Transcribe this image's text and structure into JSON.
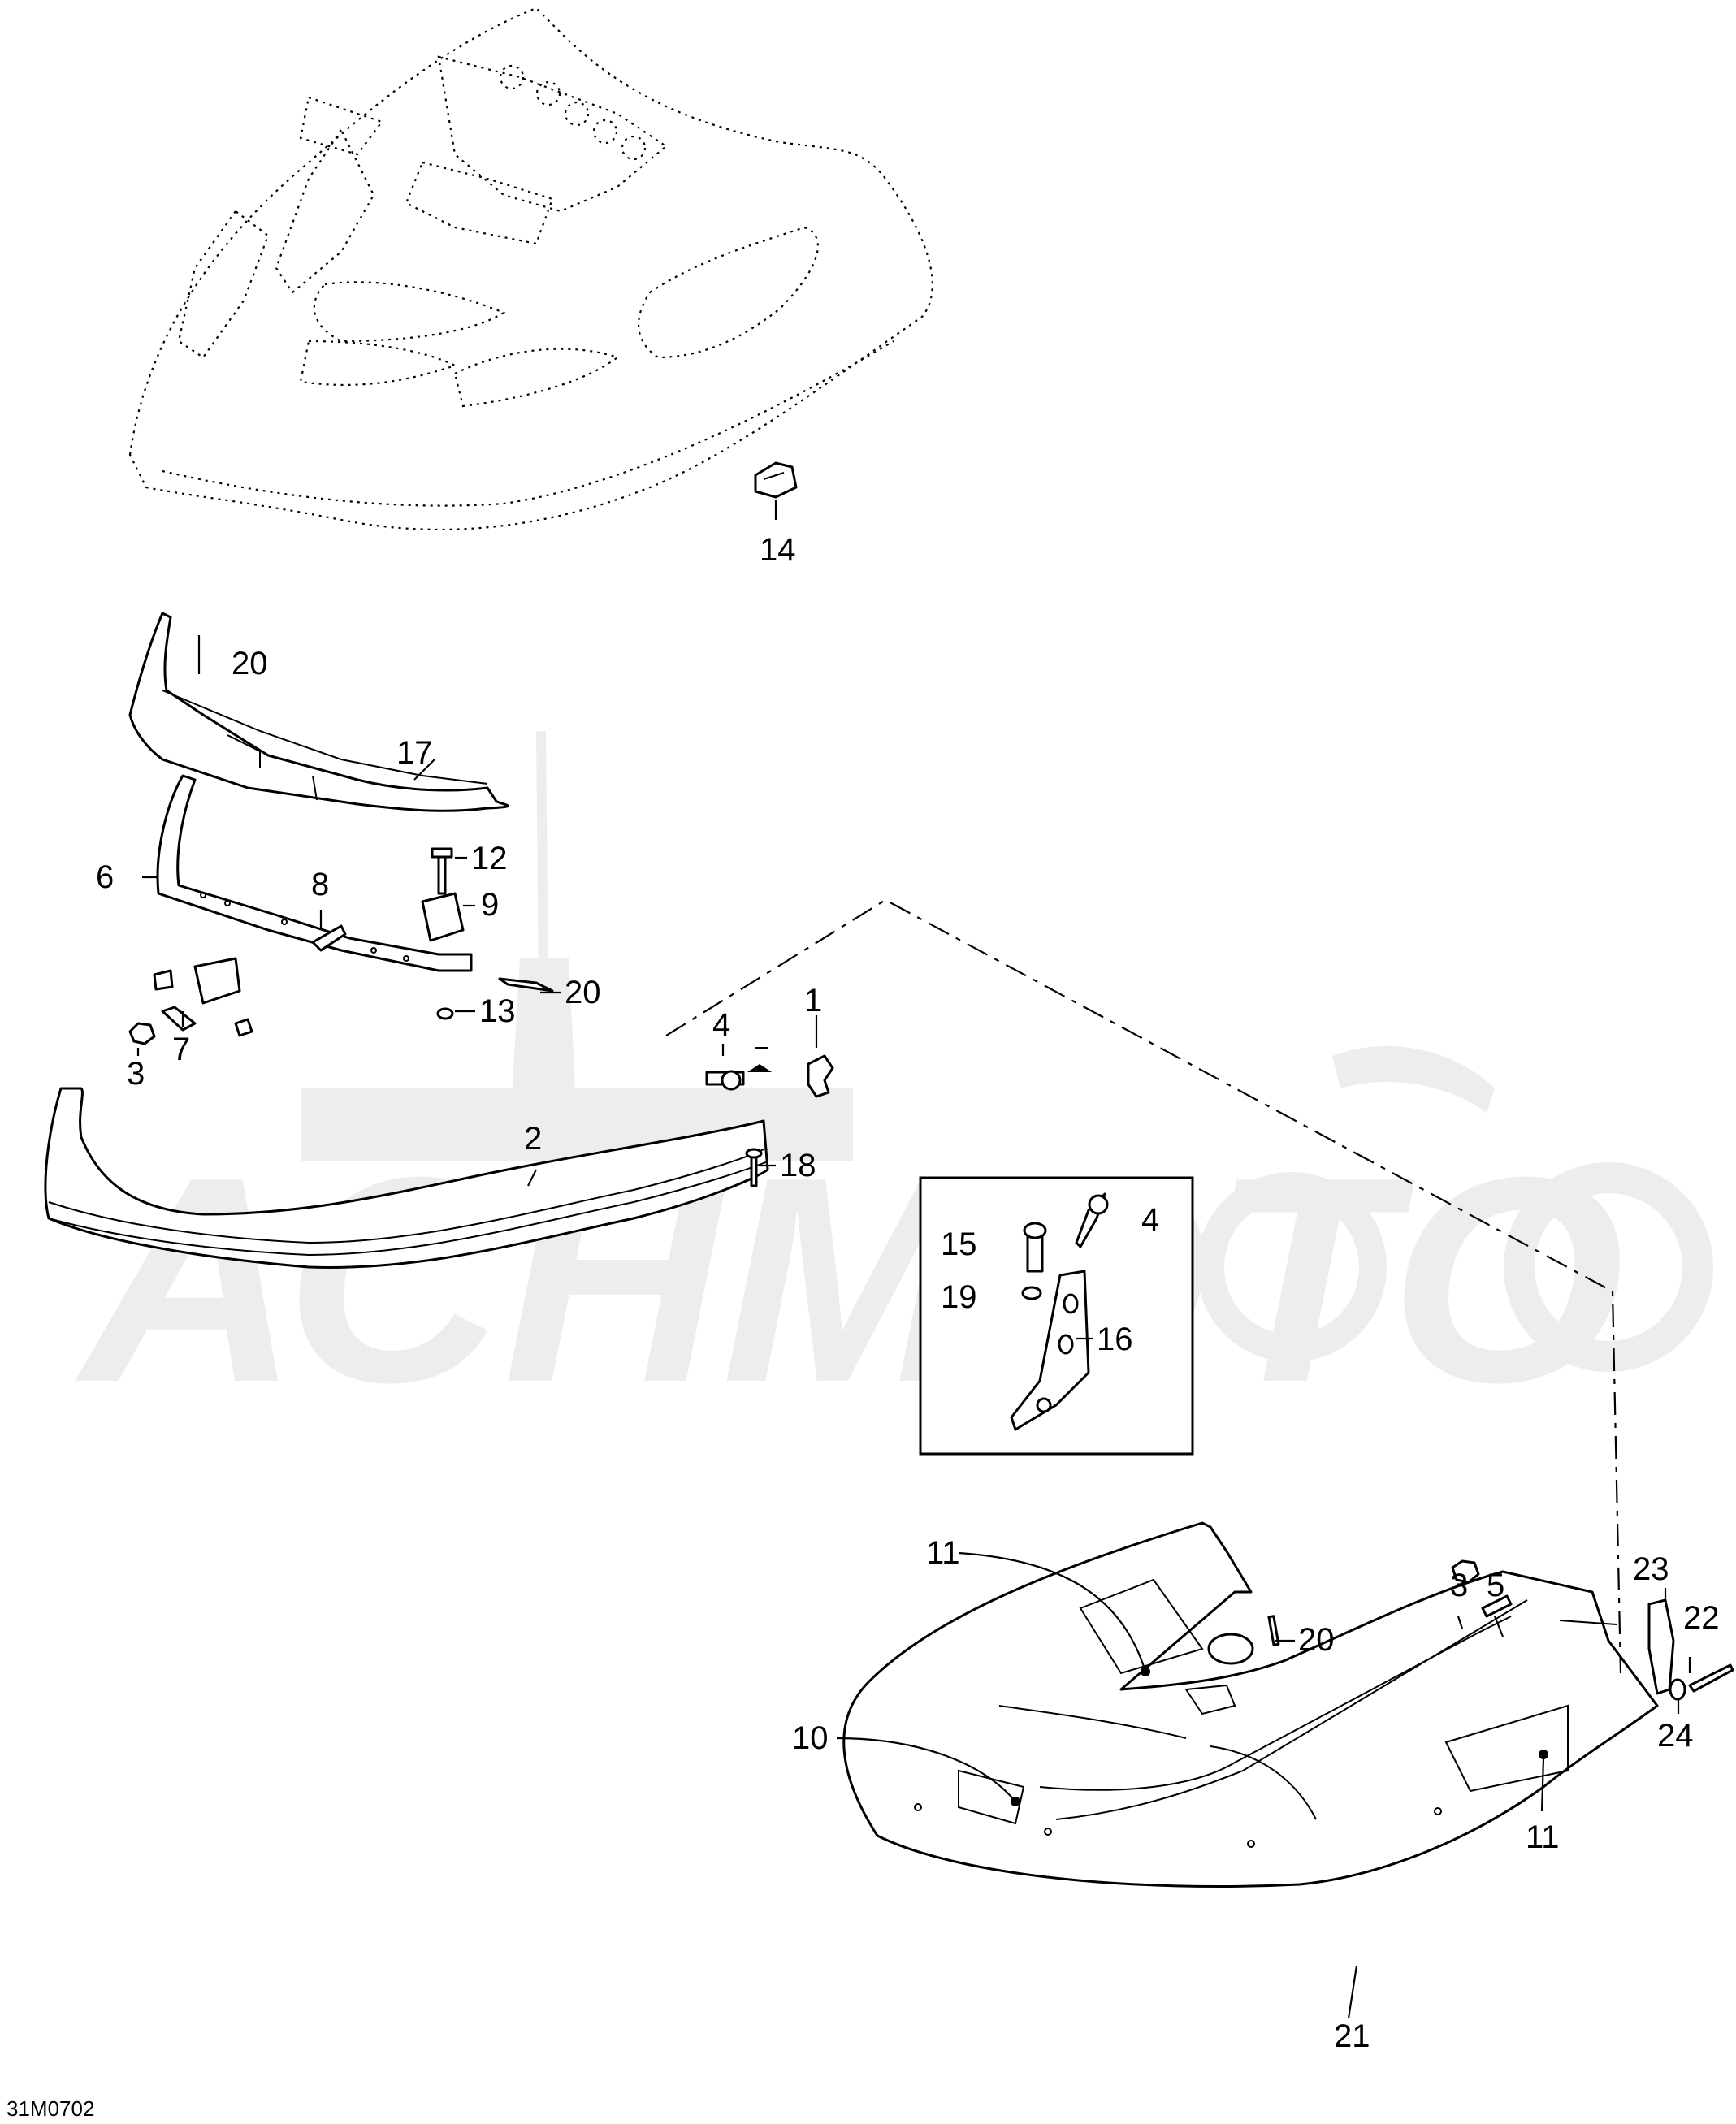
{
  "diagram": {
    "figure_code": "31M0702",
    "watermark_text": "АСНМОТО",
    "callouts": [
      {
        "id": "c1",
        "text": "1"
      },
      {
        "id": "c2",
        "text": "2"
      },
      {
        "id": "c3a",
        "text": "3"
      },
      {
        "id": "c3b",
        "text": "3"
      },
      {
        "id": "c4a",
        "text": "4"
      },
      {
        "id": "c4b",
        "text": "4"
      },
      {
        "id": "c5",
        "text": "5"
      },
      {
        "id": "c6",
        "text": "6"
      },
      {
        "id": "c7",
        "text": "7"
      },
      {
        "id": "c8",
        "text": "8"
      },
      {
        "id": "c9",
        "text": "9"
      },
      {
        "id": "c10",
        "text": "10"
      },
      {
        "id": "c11a",
        "text": "11"
      },
      {
        "id": "c11b",
        "text": "11"
      },
      {
        "id": "c12",
        "text": "12"
      },
      {
        "id": "c13",
        "text": "13"
      },
      {
        "id": "c14",
        "text": "14"
      },
      {
        "id": "c15",
        "text": "15"
      },
      {
        "id": "c16",
        "text": "16"
      },
      {
        "id": "c17",
        "text": "17"
      },
      {
        "id": "c18",
        "text": "18"
      },
      {
        "id": "c19",
        "text": "19"
      },
      {
        "id": "c20a",
        "text": "20"
      },
      {
        "id": "c20b",
        "text": "20"
      },
      {
        "id": "c20c",
        "text": "20"
      },
      {
        "id": "c21",
        "text": "21"
      },
      {
        "id": "c22",
        "text": "22"
      },
      {
        "id": "c23",
        "text": "23"
      },
      {
        "id": "c24",
        "text": "24"
      }
    ]
  }
}
